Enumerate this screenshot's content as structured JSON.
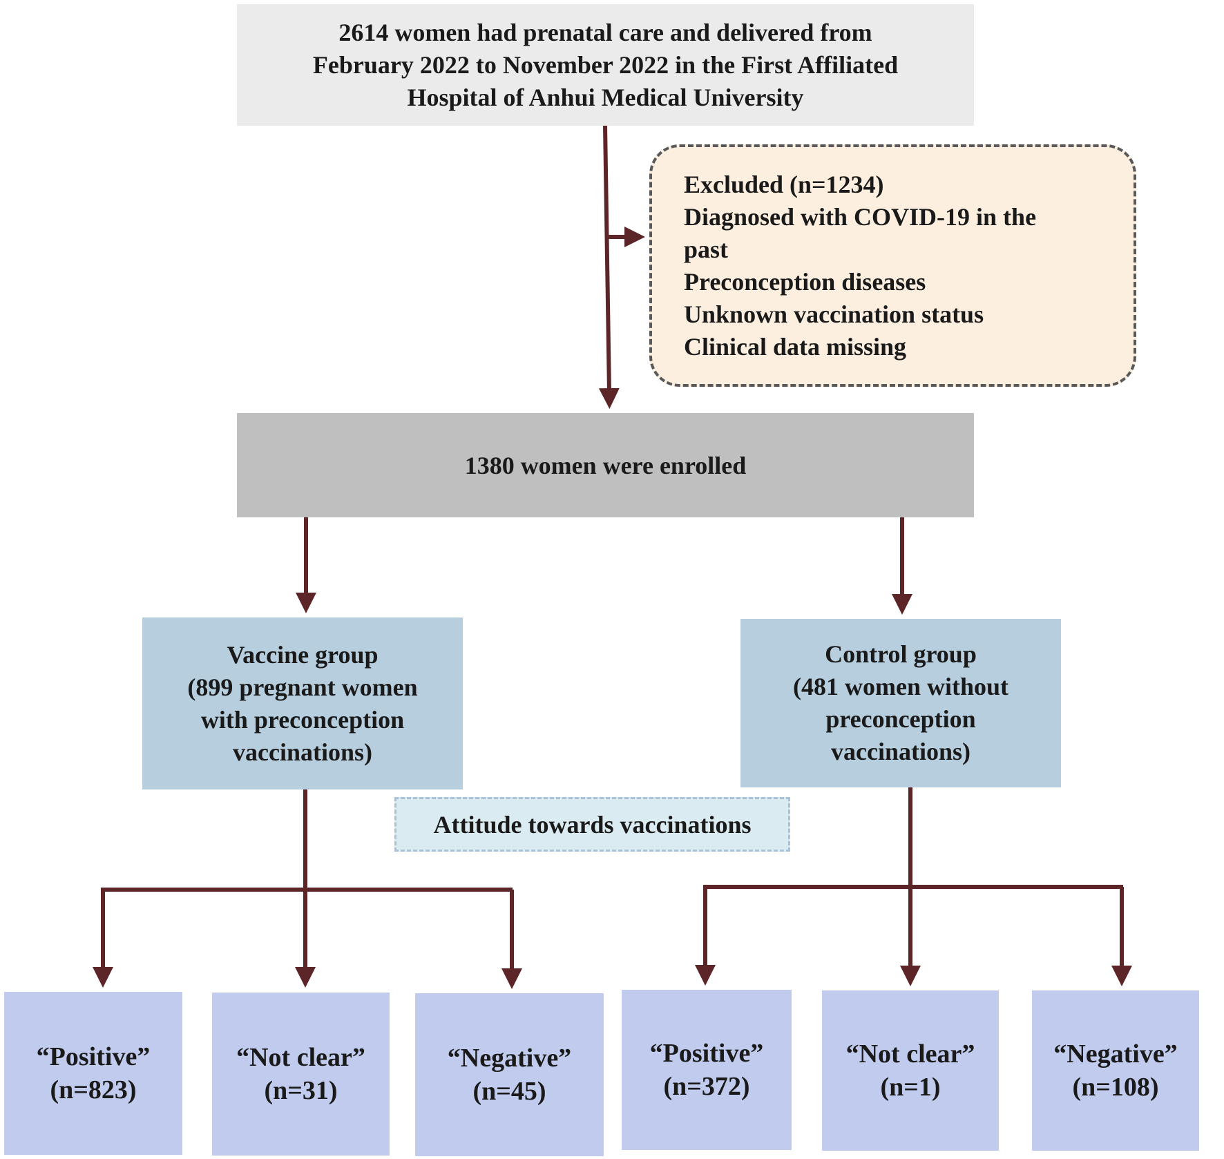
{
  "colors": {
    "arrow": "#5c2628",
    "top_box": "#ebebeb",
    "excluded_box": "#fcefdf",
    "enrolled_box": "#bfbfbf",
    "group_box": "#b7cedf",
    "attitude_box": "#daebf2",
    "leaf_box": "#c0cbed"
  },
  "top_box": {
    "lines": [
      "2614 women had prenatal care and delivered from",
      "February 2022 to November 2022 in the First Affiliated",
      "Hospital of Anhui Medical University"
    ]
  },
  "excluded_box": {
    "lines": [
      "Excluded (n=1234)",
      "Diagnosed with COVID-19 in the",
      "past",
      "Preconception diseases",
      "Unknown vaccination status",
      "Clinical data missing"
    ]
  },
  "enrolled_box": {
    "label": "1380 women were enrolled"
  },
  "vaccine_group": {
    "lines": [
      "Vaccine group",
      "(899 pregnant women",
      "with preconception",
      "vaccinations)"
    ]
  },
  "control_group": {
    "lines": [
      "Control group",
      "(481 women without",
      "preconception",
      "vaccinations)"
    ]
  },
  "attitude_label": "Attitude towards vaccinations",
  "vaccine_outcomes": [
    {
      "label": "“Positive”",
      "n": "(n=823)"
    },
    {
      "label": "“Not clear”",
      "n": "(n=31)"
    },
    {
      "label": "“Negative”",
      "n": "(n=45)"
    }
  ],
  "control_outcomes": [
    {
      "label": "“Positive”",
      "n": "(n=372)"
    },
    {
      "label": "“Not clear”",
      "n": "(n=1)"
    },
    {
      "label": "“Negative”",
      "n": "(n=108)"
    }
  ]
}
